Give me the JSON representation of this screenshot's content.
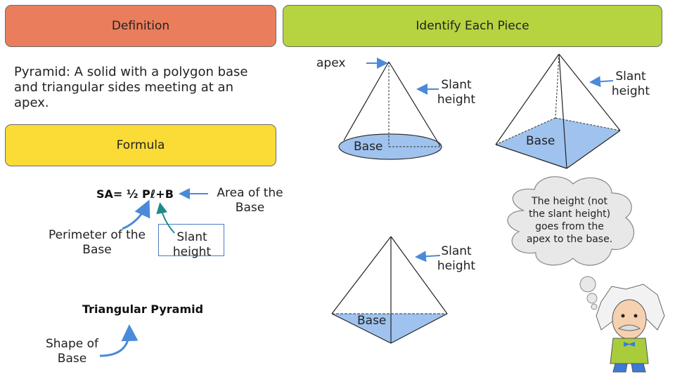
{
  "headers": {
    "definition": "Definition",
    "formula": "Formula",
    "identify": "Identify Each Piece"
  },
  "definition_text": "Pyramid: A solid with a polygon base and triangular sides meeting at an apex.",
  "formula": {
    "expression": "SA= ½ Pℓ+B",
    "area_label": "Area of the Base",
    "perimeter_label": "Perimeter of the Base",
    "slant_label": "Slant height"
  },
  "example": {
    "name": "Triangular Pyramid",
    "shape_label": "Shape of Base"
  },
  "figures": {
    "cone": {
      "apex": "apex",
      "slant": "Slant height",
      "base": "Base"
    },
    "square_pyramid": {
      "slant": "Slant height",
      "base": "Base"
    },
    "triangular_pyramid": {
      "slant": "Slant height",
      "base": "Base"
    }
  },
  "thought": "The height (not the slant height) goes from the apex to the base.",
  "colors": {
    "definition": "#ea7e5c",
    "formula": "#fbdb36",
    "identify": "#b5d43f",
    "arrow": "#4a8ad8",
    "teal_arrow": "#1f8a8a",
    "base_fill": "#9fc3ee"
  }
}
